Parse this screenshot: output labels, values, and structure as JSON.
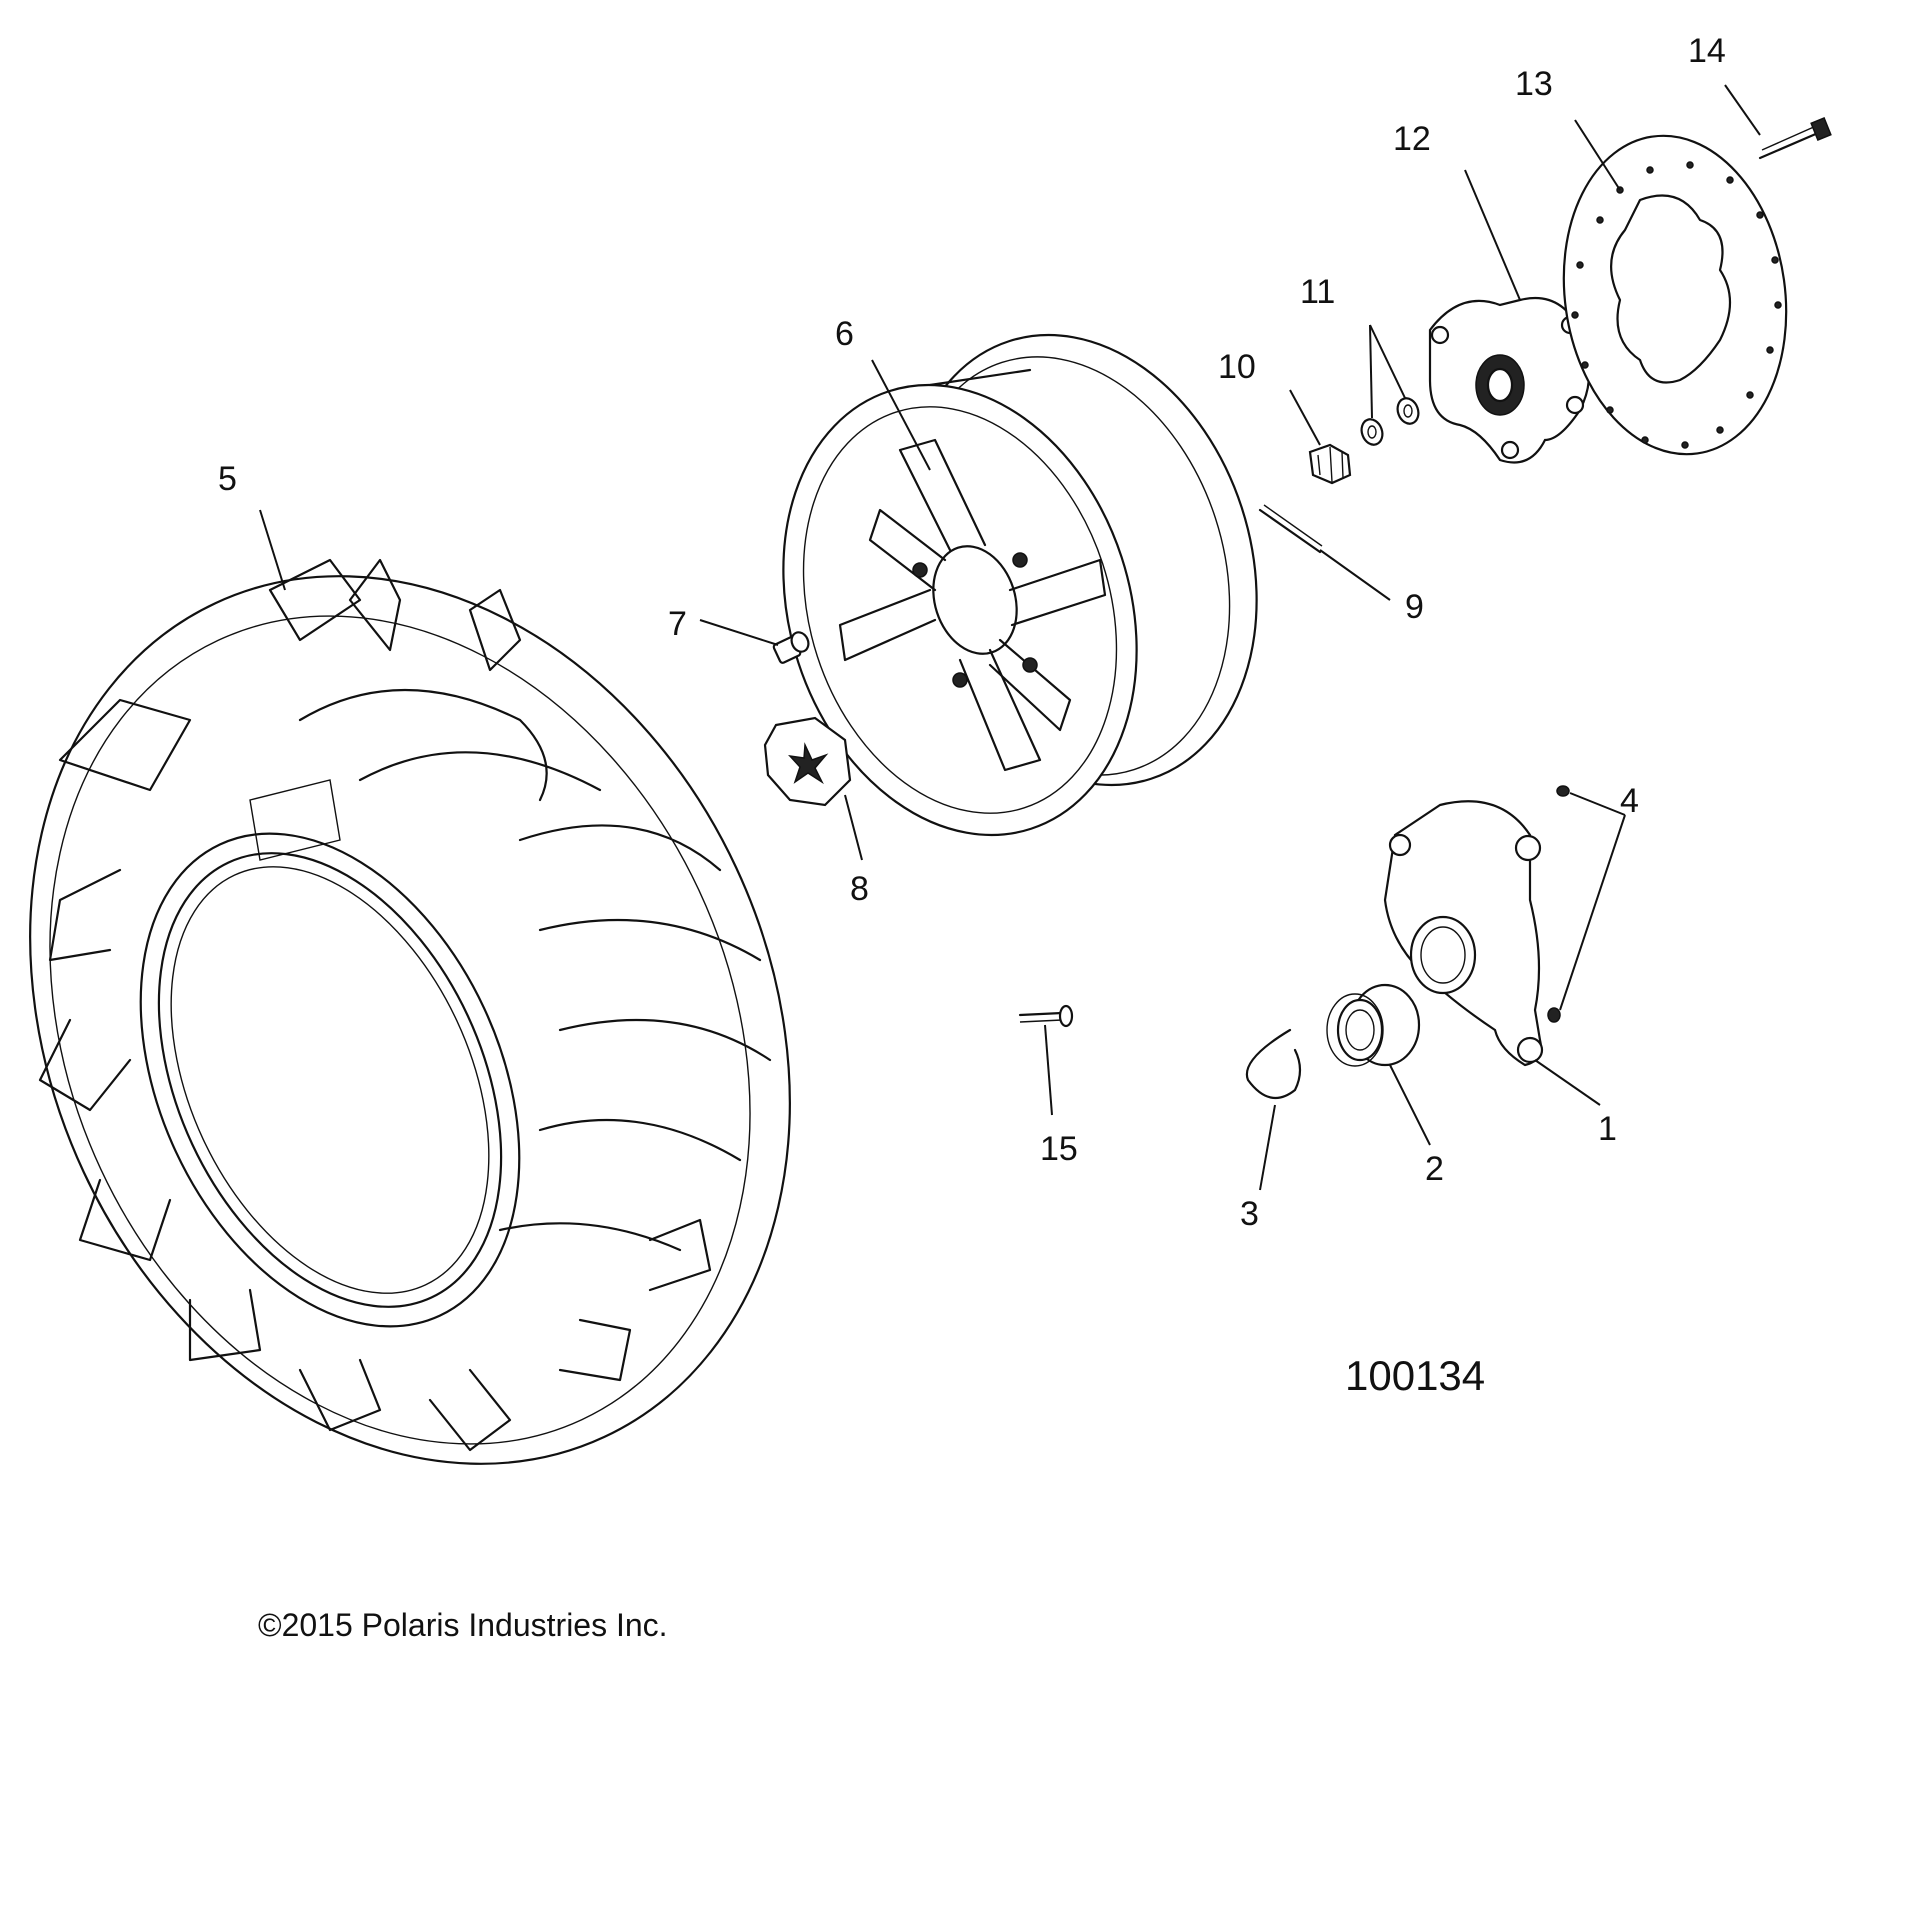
{
  "diagram": {
    "callouts": {
      "c1": "1",
      "c2": "2",
      "c3": "3",
      "c4": "4",
      "c5": "5",
      "c6": "6",
      "c7": "7",
      "c8": "8",
      "c9": "9",
      "c10": "10",
      "c11": "11",
      "c12": "12",
      "c13": "13",
      "c14": "14",
      "c15": "15"
    },
    "figure_number": "100134",
    "copyright": "©2015 Polaris Industries Inc."
  }
}
